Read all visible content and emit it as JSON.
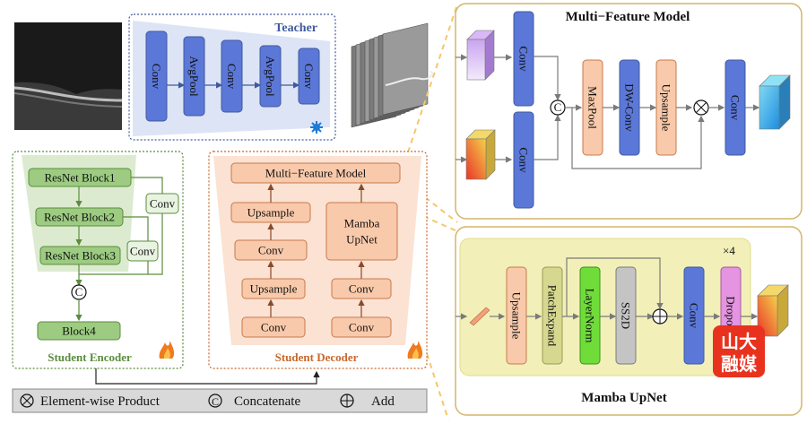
{
  "teacher": {
    "title": "Teacher",
    "blocks": [
      "Conv",
      "AvgPool",
      "Conv",
      "AvgPool",
      "Conv"
    ],
    "icon": "snowflake-icon",
    "colors": {
      "block": "#5b78d8",
      "border": "#3f5a9e",
      "bg": "#dde4f5",
      "title": "#3f5a9e"
    }
  },
  "encoder": {
    "title": "Student Encoder",
    "blocks": [
      "ResNet Block1",
      "ResNet Block2",
      "ResNet Block3",
      "Block4"
    ],
    "side_convs": [
      "Conv",
      "Conv"
    ],
    "concat_symbol": "C",
    "icon": "flame-icon",
    "colors": {
      "block": "#9ccb81",
      "border": "#5b8c3d",
      "title": "#5b8c3d"
    }
  },
  "decoder": {
    "title": "Student Decoder",
    "top": "Multi−Feature Model",
    "left_column": [
      "Upsample",
      "Conv",
      "Upsample",
      "Conv"
    ],
    "right_column": [
      "Mamba\nUpNet",
      "Conv",
      "Conv"
    ],
    "mamba_line1": "Mamba",
    "mamba_line2": "UpNet",
    "icon": "flame-icon",
    "colors": {
      "block": "#f8c9aa",
      "border": "#c87a4c",
      "title": "#c8682d"
    }
  },
  "multi_feature": {
    "title": "Multi−Feature Model",
    "blocks": {
      "conv_top": "Conv",
      "conv_bottom": "Conv",
      "maxpool": "MaxPool",
      "dwconv": "DW-Conv",
      "upsample": "Upsample",
      "conv_out": "Conv"
    },
    "concat_symbol": "C"
  },
  "mamba_upnet": {
    "title": "Mamba UpNet",
    "repeat": "×4",
    "blocks": [
      "Upsample",
      "PatchExpand",
      "LayerNorm",
      "SS2D",
      "Conv",
      "Dropout"
    ]
  },
  "legend": {
    "items": [
      {
        "symbol": "otimes",
        "label": "Element-wise Product"
      },
      {
        "symbol": "copyright",
        "label": "Concatenate"
      },
      {
        "symbol": "oplus",
        "label": "Add"
      }
    ]
  },
  "watermark": {
    "line1": "山大",
    "line2": "融媒"
  }
}
